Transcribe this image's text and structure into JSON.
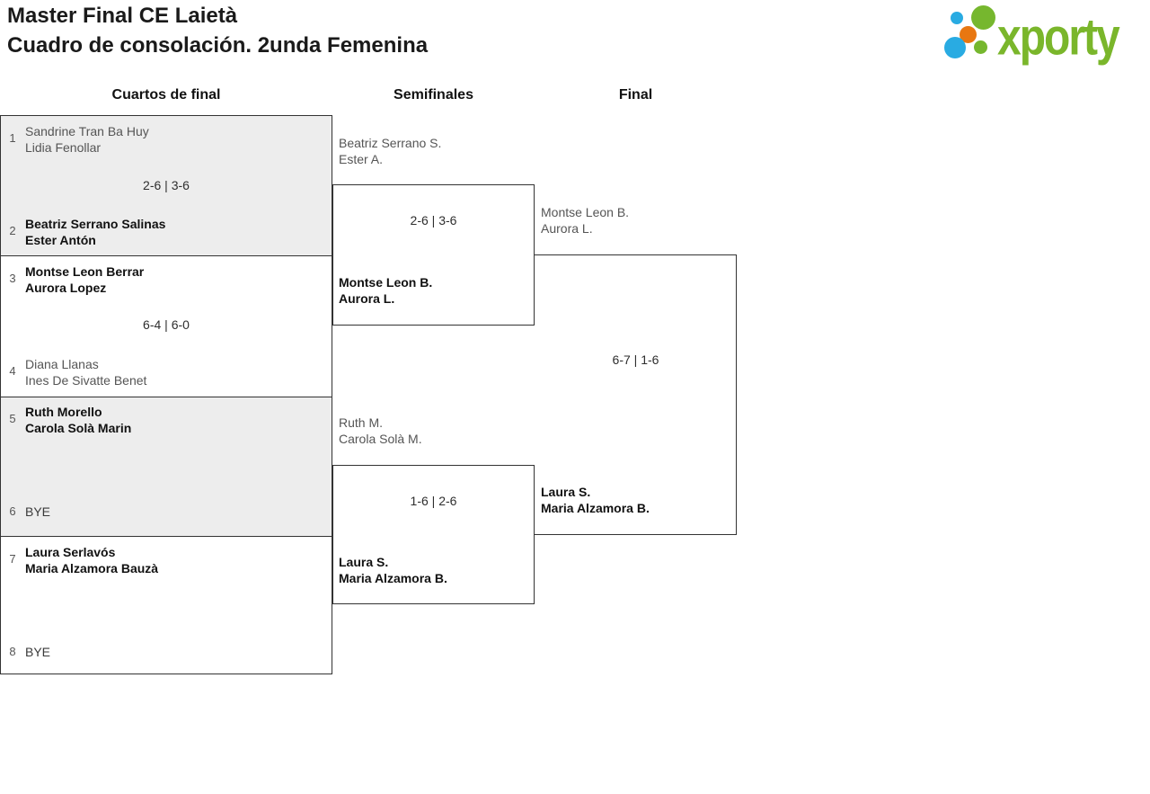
{
  "header": {
    "title_lines": [
      "Master Final CE Laietà",
      "Cuadro de consolación. 2unda Femenina"
    ],
    "logo": {
      "brand": "xporty"
    }
  },
  "round_headers": [
    "Cuartos de final",
    "Semifinales",
    "Final"
  ],
  "matches": {
    "qf": [
      {
        "top_seed": "1",
        "top": [
          "Sandrine Tran Ba Huy",
          "Lidia Fenollar"
        ],
        "score": "2-6 | 3-6",
        "bottom_seed": "2",
        "bottom": [
          "Beatriz Serrano Salinas",
          "Ester Antón"
        ]
      },
      {
        "top_seed": "3",
        "top": [
          "Montse Leon Berrar",
          "Aurora Lopez"
        ],
        "score": "6-4 | 6-0",
        "bottom_seed": "4",
        "bottom": [
          "Diana Llanas",
          "Ines De Sivatte Benet"
        ]
      },
      {
        "top_seed": "5",
        "top": [
          "Ruth Morello",
          "Carola Solà Marin"
        ],
        "score": "",
        "bottom_seed": "6",
        "bottom": [
          "BYE"
        ]
      },
      {
        "top_seed": "7",
        "top": [
          "Laura Serlavós",
          "Maria Alzamora Bauzà"
        ],
        "score": "",
        "bottom_seed": "8",
        "bottom": [
          "BYE"
        ]
      }
    ],
    "sf": [
      {
        "top": [
          "Beatriz Serrano S.",
          "Ester A."
        ],
        "score": "2-6 | 3-6",
        "bottom": [
          "Montse Leon B.",
          "Aurora L."
        ]
      },
      {
        "top": [
          "Ruth M.",
          "Carola Solà M."
        ],
        "score": "1-6 | 2-6",
        "bottom": [
          "Laura S.",
          "Maria Alzamora B."
        ]
      }
    ],
    "final": {
      "top": [
        "Montse Leon B.",
        "Aurora L."
      ],
      "score": "6-7 | 1-6",
      "bottom": [
        "Laura S.",
        "Maria Alzamora B."
      ]
    }
  },
  "colors": {
    "brand_green": "#76b72e",
    "dot_blue": "#29abe2",
    "dot_orange": "#e87711",
    "winner_text": "#111111",
    "loser_text": "#555555",
    "border": "#333333",
    "shaded_box": "#ededed"
  }
}
